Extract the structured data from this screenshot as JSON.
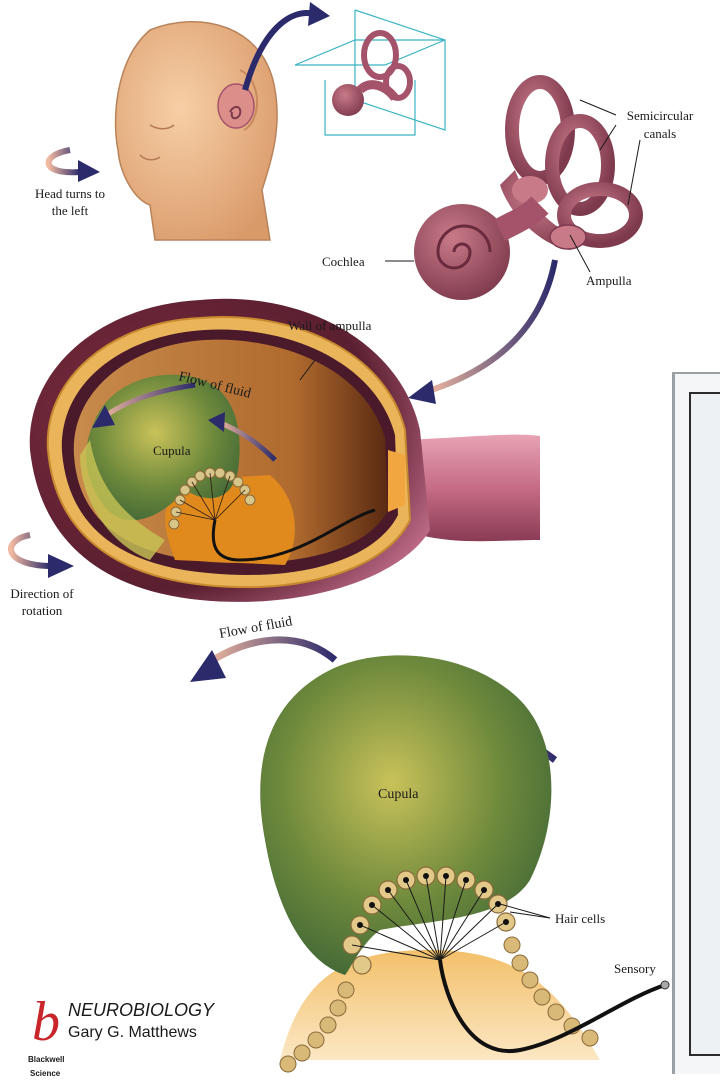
{
  "labels": {
    "head_turns": [
      "Head turns to",
      "the left"
    ],
    "semicircular": [
      "Semicircular",
      "canals"
    ],
    "cochlea": "Cochlea",
    "ampulla": "Ampulla",
    "wall_of_ampulla": "Wall of ampulla",
    "flow_of_fluid_top": "Flow of fluid",
    "cupula_top": "Cupula",
    "direction_of_rotation": [
      "Direction of",
      "rotation"
    ],
    "flow_of_fluid_bottom": "Flow of fluid",
    "cupula_bottom": "Cupula",
    "hair_cells": "Hair cells",
    "sensory": "Sensory"
  },
  "publisher": {
    "logo_letter": "b",
    "title": "NEUROBIOLOGY",
    "author": "Gary G. Matthews",
    "imprint": [
      "Blackwell",
      "Science"
    ]
  },
  "colors": {
    "arrow": "#2b2a6b",
    "skin": "#f0b98a",
    "ear_pink": "#b0606f",
    "cupula_green": "#4f7c3a",
    "fluid_orange": "#d9913f",
    "wall_tan": "#e9b45a",
    "nerve_black": "#111111"
  }
}
